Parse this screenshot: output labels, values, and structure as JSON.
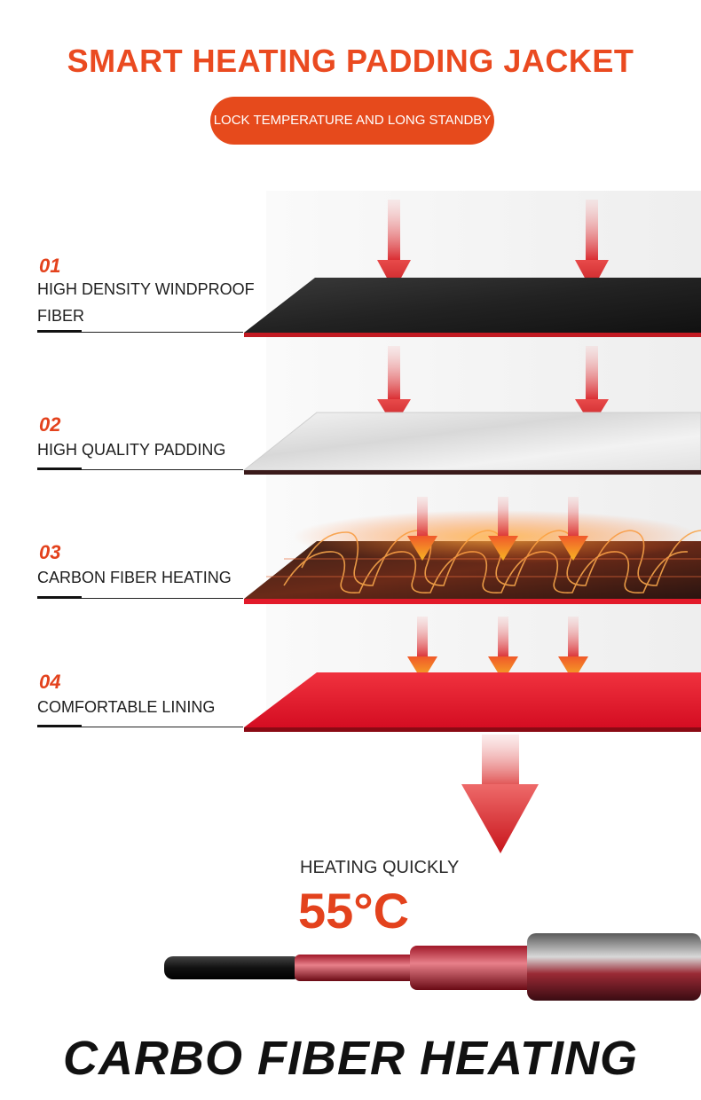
{
  "header": {
    "title": "SMART HEATING PADDING JACKET",
    "badge": "LOCK TEMPERATURE AND LONG STANDBY"
  },
  "layers": [
    {
      "number": "01",
      "line1": "HIGH DENSITY WINDPROOF",
      "line2": "FIBER"
    },
    {
      "number": "02",
      "line1": "HIGH QUALITY PADDING"
    },
    {
      "number": "03",
      "line1": "CARBON FIBER HEATING"
    },
    {
      "number": "04",
      "line1": "COMFORTABLE LINING"
    }
  ],
  "heating": {
    "label": "HEATING QUICKLY",
    "temperature": "55°C"
  },
  "footer": {
    "title": "CARBO FIBER HEATING"
  },
  "colors": {
    "accent": "#e64a1c",
    "arrow": "#d92a2a",
    "lining": "#e0142a",
    "text": "#1e1e1e"
  }
}
